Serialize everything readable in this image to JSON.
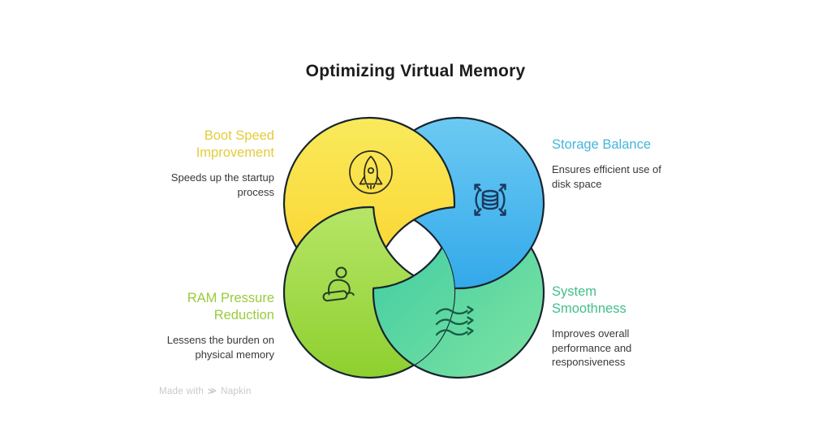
{
  "title": "Optimizing Virtual Memory",
  "colors": {
    "outline": "#17242f",
    "background": "#ffffff",
    "title_text": "#1c1c1c",
    "description_text": "#383838",
    "watermark_text": "#c6cacd"
  },
  "segments": [
    {
      "id": "boot",
      "label": "Boot Speed Improvement",
      "description": "Speeds up the startup process",
      "label_color": "#e3cc3a",
      "color_top": "#f9ea5c",
      "color_bottom": "#fbd22a",
      "icon": "rocket-icon",
      "icon_color": "#2b2b1f"
    },
    {
      "id": "storage",
      "label": "Storage Balance",
      "description": "Ensures efficient use of disk space",
      "label_color": "#44b6dc",
      "color_top": "#6ccaf3",
      "color_bottom": "#33a9ea",
      "icon": "database-expand-icon",
      "icon_color": "#1a3a5f"
    },
    {
      "id": "ram",
      "label": "RAM Pressure Reduction",
      "description": "Lessens the burden on physical memory",
      "label_color": "#9acb3e",
      "color_top": "#b6e567",
      "color_bottom": "#8ed02f",
      "icon": "meditation-icon",
      "icon_color": "#253c28"
    },
    {
      "id": "system",
      "label": "System Smoothness",
      "description": "Improves overall performance and responsiveness",
      "label_color": "#41be8c",
      "color_top": "#3bcba3",
      "color_bottom": "#7ee3a2",
      "icon": "waves-icon",
      "icon_color": "#156046"
    }
  ],
  "footer": {
    "made_with": "Made with",
    "brand": "Napkin"
  }
}
